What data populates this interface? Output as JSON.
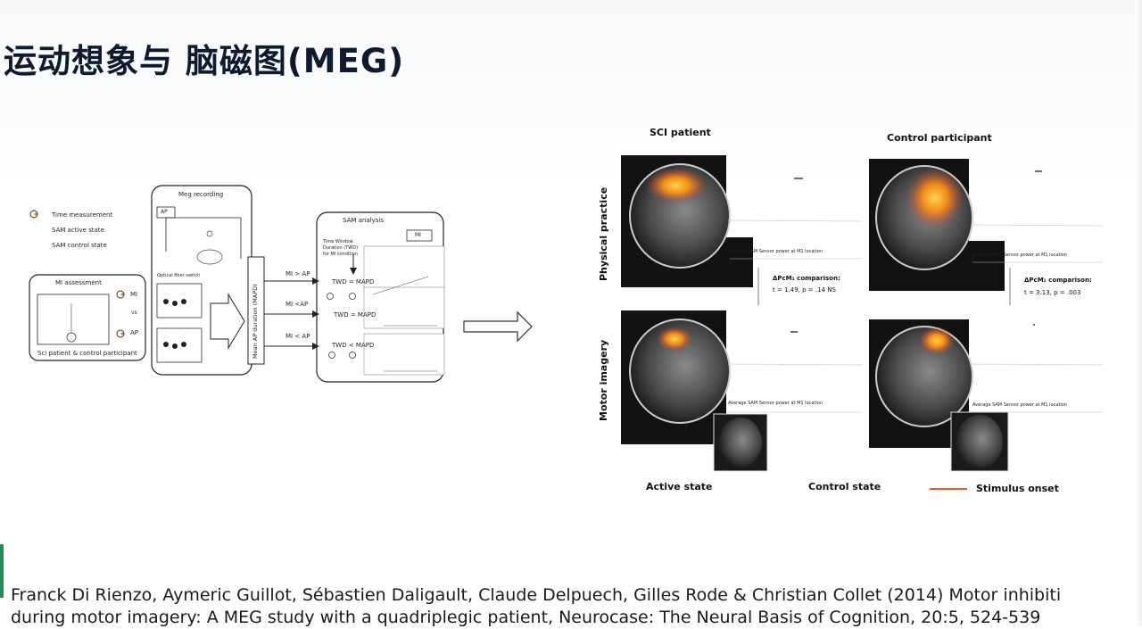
{
  "slide": {
    "title": "运动想象与 脑磁图(MEG)",
    "citation_line1": "Franck Di Rienzo, Aymeric Guillot, Sébastien Daligault, Claude Delpuech, Gilles Rode & Christian Collet (2014) Motor inhibiti",
    "citation_line2": "during motor imagery: A MEG study with a quadriplegic patient, Neurocase: The Neural Basis of Cognition, 20:5, 524-539"
  },
  "left_figure": {
    "legend": [
      "Time measurement",
      "SAM active state",
      "SAM control state"
    ],
    "mi_assessment": "MI assessment",
    "mi": "MI",
    "vs": "vs",
    "ap": "AP",
    "participants": "Sci patient & control participant",
    "meg_recording": "Meg recording",
    "ap_box": "AP",
    "optical_switch": "Optical fiber switch",
    "mapd": "Mean AP duration (MAPD)",
    "mi_gt_ap": "MI > AP",
    "mi_lt_ap_mid": "MI <AP",
    "mi_lt_ap": "MI < AP",
    "sam_analysis": "SAM analysis",
    "mi_box": "MI",
    "twd_desc": "Time Window Duration (TWD) for MI condition",
    "twd_eq": "TWD = MAPD",
    "twd_eq2": "TWD = MAPD",
    "twd_lt": "TWD < MAPD"
  },
  "right_figure": {
    "col_sci": "SCI patient",
    "col_control": "Control participant",
    "row_physical": "Physical practice",
    "row_motor": "Motor imagery",
    "sensor_caption": "Average SAM Sensor power at M1 location",
    "sci_stat_title": "ΔPcM₁ comparison:",
    "sci_stat_value": "t = 1.49, p = .14 NS",
    "ctrl_stat_title": "ΔPcM₁ comparison:",
    "ctrl_stat_value": "t = 3.13, p = .003",
    "active_state": "Active state",
    "control_state": "Control state",
    "stimulus_onset": "Stimulus onset",
    "stimulus_color": "#e0602a"
  }
}
